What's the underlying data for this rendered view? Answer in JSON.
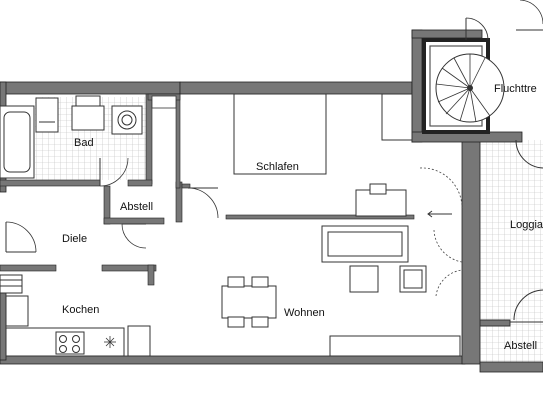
{
  "plan": {
    "rooms": {
      "bad": "Bad",
      "schlafen": "Schlafen",
      "abstell_inner": "Abstell",
      "diele": "Diele",
      "kochen": "Kochen",
      "wohnen": "Wohnen",
      "fluchttreppe": "Fluchttre",
      "loggia": "Loggia",
      "abstell_loggia": "Abstell"
    },
    "colors": {
      "wall": "#777777",
      "wall_edge": "#222222",
      "line": "#333333",
      "tile_grid": "#bbbbbb",
      "furniture_fill": "#ffffff"
    }
  }
}
